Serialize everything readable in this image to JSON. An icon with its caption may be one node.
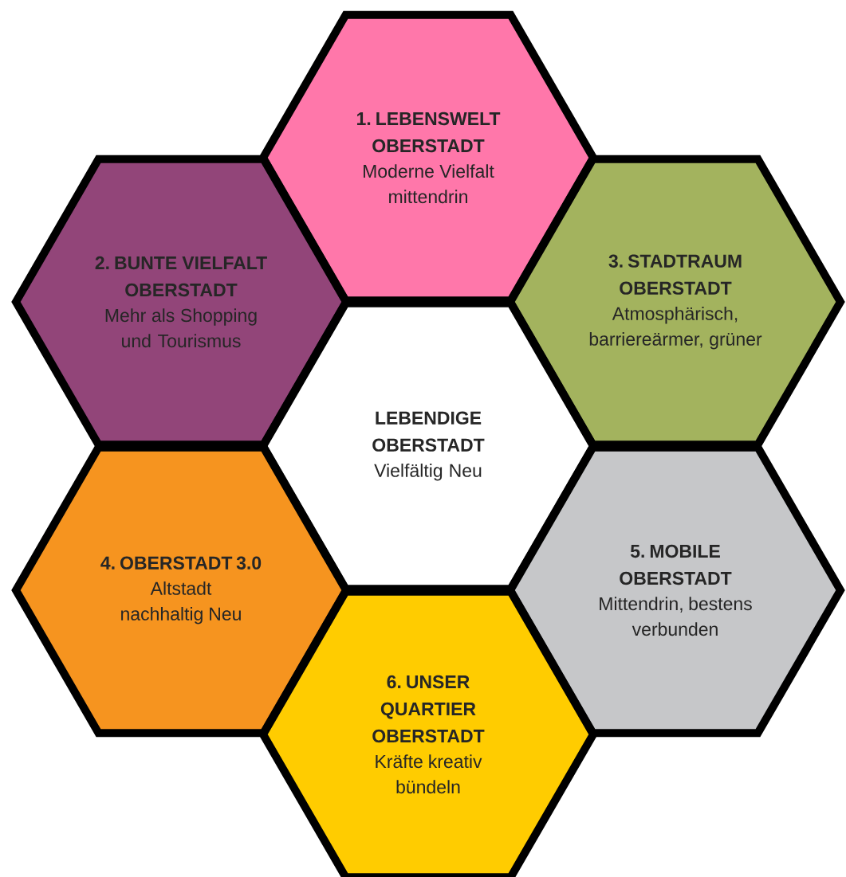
{
  "diagram": {
    "nodes": [
      {
        "text": [
          "1. LEBENSWELT OBERSTADT",
          "Moderne Vielfalt mittendrin"
        ]
      },
      {
        "text": [
          "2. BUNTE VIELFALT OBERSTADT",
          "Mehr als Shopping und Tourismus"
        ]
      },
      {
        "text": [
          "3. STADTRAUM OBERSTADT",
          "Atmosphärisch, barriereärmer, grüner"
        ]
      },
      {
        "text": [
          "LEBENDIGE OBERSTADT",
          "Vielfältig Neu"
        ]
      },
      {
        "text": [
          "4. OBERSTADT 3.0",
          "Altstadt nachhaltig Neu"
        ]
      },
      {
        "text": [
          "5. MOBILE OBERSTADT",
          "Mittendrin, bestens verbunden"
        ]
      },
      {
        "text": [
          "6. UNSER QUARTIER OBERSTADT",
          "Kräfte kreativ bündeln"
        ]
      }
    ]
  }
}
